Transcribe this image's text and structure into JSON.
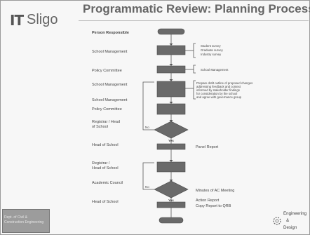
{
  "header": {
    "logo_it": "IT",
    "logo_sligo": "Sligo",
    "title": "Programmatic Review: Planning Process"
  },
  "left_column": {
    "heading": "Person Responsible",
    "items": [
      "School Management",
      "Policy Committee",
      "School Management",
      "School Management",
      "Policy Committee",
      "Registrar / Head of School",
      "Head of School",
      "Registrar / Head of School",
      "Academic Council",
      "Head of School"
    ]
  },
  "right_column": {
    "stakeholder_notes": [
      "Student survey",
      "Graduate survey",
      "Industry survey"
    ],
    "school_management_note": "School Management",
    "long_note": [
      "Prepare draft outline of proposed changes",
      "addressing feedback and context",
      "informed by stakeholder findings",
      "for consideration by the school",
      "and agree with governance group"
    ],
    "panel_report": "Panel Report",
    "minutes": "Minutes of AC Meeting",
    "action_report": "Action Report",
    "copy_report": "Copy Report to QRB"
  },
  "flow": {
    "no_label_1": "No",
    "yes_label_1": "Yes",
    "no_label_2": "No",
    "yes_label_2": "Yes"
  },
  "footer": {
    "left": "Dept. of Civil & Construction Engineering",
    "engineering": "Engineering",
    "amp": "&",
    "design": "Design"
  },
  "colors": {
    "shape_fill": "#6a6a6a",
    "line": "#555555",
    "footer_fill": "#9c9c9c"
  }
}
